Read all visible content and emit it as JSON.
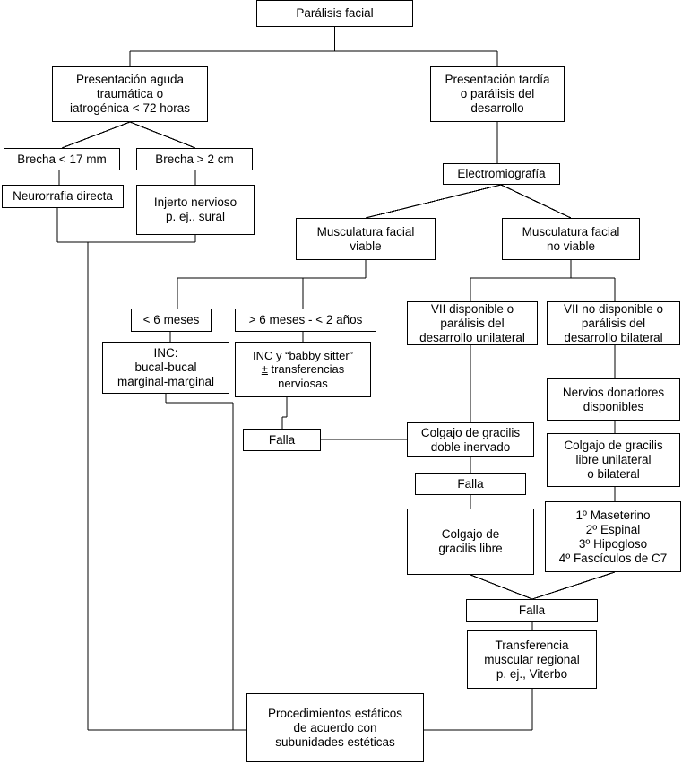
{
  "diagram": {
    "title": "Parálisis facial",
    "language": "es",
    "type": "clinical-decision-flowchart",
    "box_fill": "#ffffff",
    "box_stroke": "#000000",
    "text_color": "#000000"
  },
  "nodes": {
    "root": "Parálisis facial",
    "acute": "Presentación aguda\ntraumática o\niatrogénica < 72 horas",
    "late": "Presentación tardía\no parálisis del\ndesarrollo",
    "gap_small": "Brecha < 17 mm",
    "gap_large": "Brecha > 2 cm",
    "direct_repair": "Neurorrafia directa",
    "nerve_graft": "Injerto nervioso\np. ej., sural",
    "emg": "Electromiografía",
    "muscle_viable": "Musculatura facial\nviable",
    "muscle_nonviable": "Musculatura facial\nno viable",
    "under_6m": "< 6 meses",
    "over_6m": "> 6 meses - < 2 años",
    "inc_buccal": "INC:\nbucal-bucal\nmarginal-marginal",
    "inc_babysitter_line1": "INC y “babby sitter”",
    "inc_babysitter_pm": "±",
    "inc_babysitter_line2": " transferencias",
    "inc_babysitter_line3": "nerviosas",
    "vii_available": "VII disponible o\nparálisis del\ndesarrollo unilateral",
    "vii_unavailable": "VII no disponible o\nparálisis del\ndesarrollo bilateral",
    "donor_nerves": "Nervios donadores\ndisponibles",
    "gracilis_free_uni_bi": "Colgajo de gracilis\nlibre unilateral\no bilateral",
    "donor_ranking": "1º Maseterino\n2º Espinal\n3º Hipogloso\n4º Fascículos de C7",
    "failure_left": "Falla",
    "gracilis_double": "Colgajo de gracilis\ndoble inervado",
    "failure_mid": "Falla",
    "gracilis_free": "Colgajo de\ngracilis libre",
    "failure_bottom": "Falla",
    "regional_transfer": "Transferencia\nmuscular regional\np. ej., Viterbo",
    "static_procedures": "Procedimientos estáticos\nde acuerdo con\nsubunidades estéticas"
  }
}
